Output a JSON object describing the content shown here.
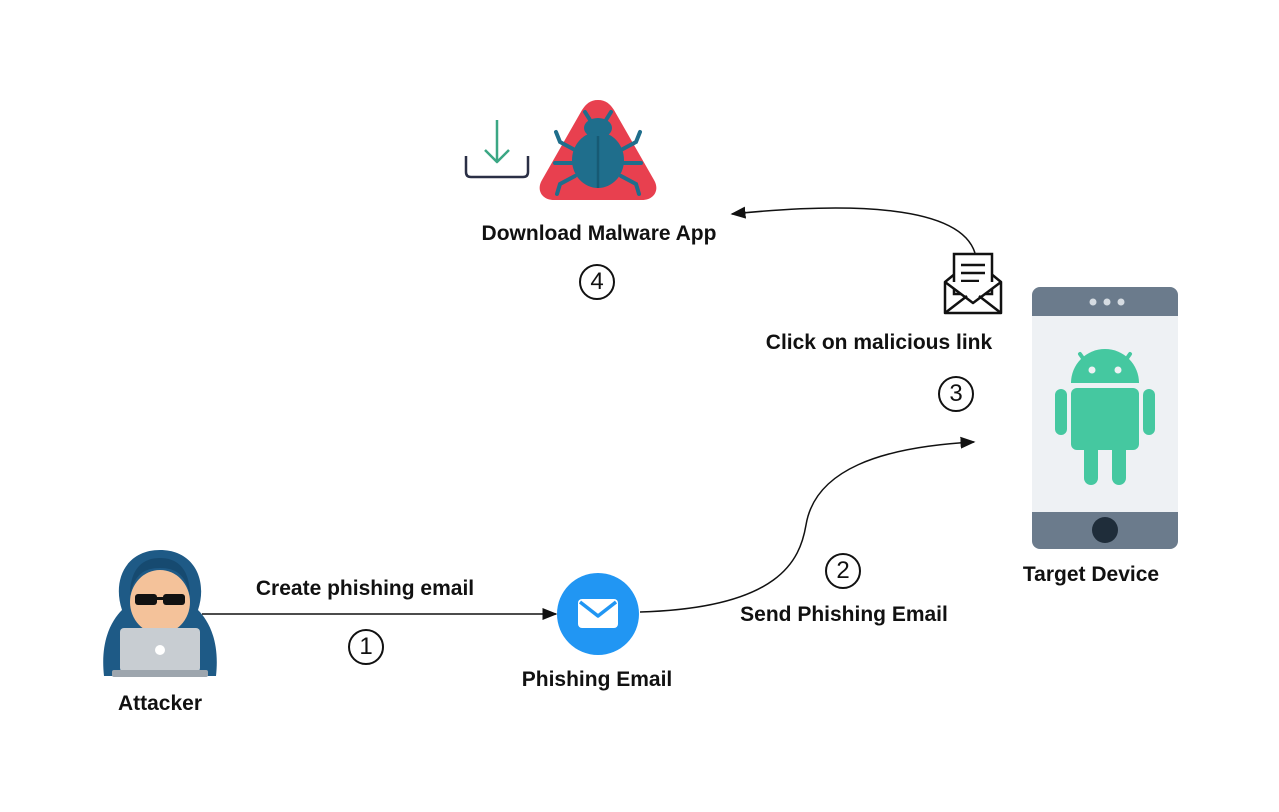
{
  "nodes": {
    "attacker": {
      "label": "Attacker",
      "icon": "hacker-icon"
    },
    "phishing_email": {
      "label": "Phishing Email",
      "icon": "mail-icon"
    },
    "target_device": {
      "label": "Target Device",
      "icon": "android-phone-icon"
    },
    "malware": {
      "label": "Download Malware App",
      "icon": "malware-bug-warning-icon",
      "secondary_icon": "download-icon"
    },
    "malicious_link": {
      "label": "Click on malicious link",
      "icon": "open-envelope-letter-icon"
    }
  },
  "edges": {
    "create": {
      "label": "Create phishing email",
      "step": "1"
    },
    "send": {
      "label": "Send Phishing Email",
      "step": "2"
    },
    "click": {
      "step": "3"
    },
    "download": {
      "step": "4"
    }
  },
  "colors": {
    "android_green": "#45C8A0",
    "mail_blue": "#2196F3",
    "warning_red": "#E8404F",
    "bug_teal": "#1F6E8C",
    "phone_gray": "#6B7B8C",
    "hacker_blue": "#1E5A86"
  }
}
